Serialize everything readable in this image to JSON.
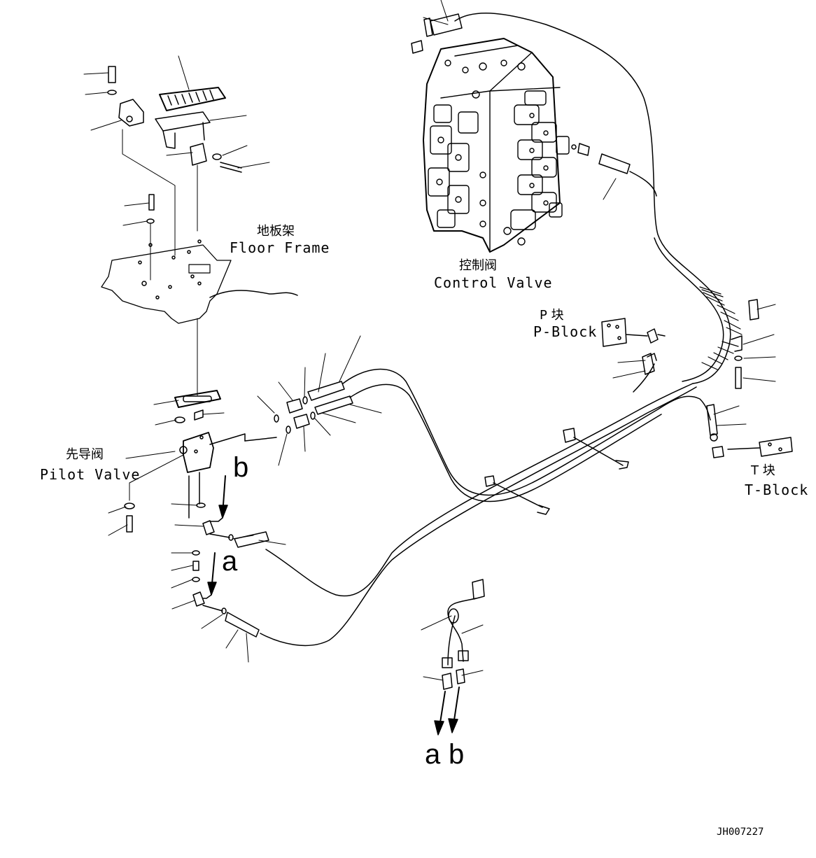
{
  "labels": {
    "floor_frame_zh": "地板架",
    "floor_frame_en": "Floor Frame",
    "control_valve_zh": "控制阀",
    "control_valve_en": "Control Valve",
    "p_block_zh": "P 块",
    "p_block_en": "P-Block",
    "t_block_zh": "T 块",
    "t_block_en": "T-Block",
    "pilot_valve_zh": "先导阀",
    "pilot_valve_en": "Pilot Valve",
    "port_a": "a",
    "port_b": "b",
    "bottom_a": "a",
    "bottom_b": "b",
    "drawing_code": "JH007227"
  }
}
